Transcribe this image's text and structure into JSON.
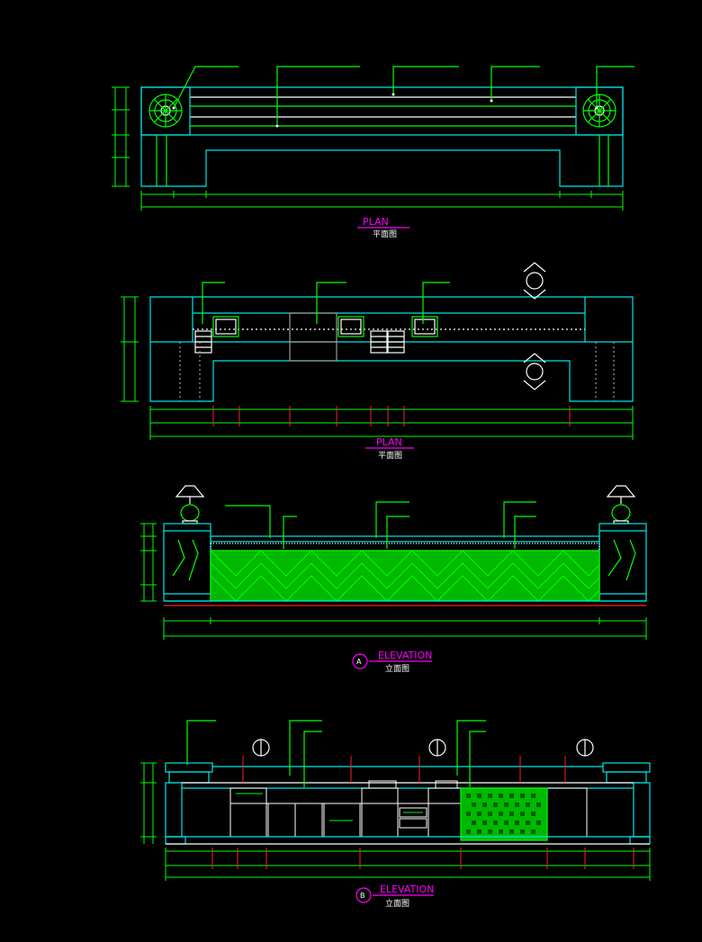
{
  "drawing": {
    "background": "#000000",
    "colors": {
      "cyan": "#00e5e5",
      "green": "#00ff00",
      "white": "#ffffff",
      "red": "#ff2020",
      "magenta": "#ff00ff",
      "grey": "#9a9a9a"
    }
  },
  "sheets": [
    {
      "title": "PLAN",
      "subtitle": "平面图",
      "labels": [
        "",
        "",
        "",
        "",
        ""
      ],
      "dims_bottom": [
        "",
        "",
        "",
        "",
        ""
      ],
      "dim_total": "",
      "dims_left": [
        "",
        "",
        "",
        ""
      ]
    },
    {
      "title": "PLAN",
      "subtitle": "平面图",
      "labels": [
        "",
        "",
        ""
      ],
      "dims_bottom": [
        "",
        "",
        "",
        "",
        "",
        "",
        "",
        "",
        "",
        "",
        ""
      ],
      "dim_total": "",
      "dims_left": [
        "",
        "",
        ""
      ]
    },
    {
      "title": "ELEVATION",
      "subtitle": "立面图",
      "tag": "A",
      "labels": [
        "",
        "",
        "",
        "",
        "",
        "",
        "",
        ""
      ],
      "dims_bottom": [
        "",
        "",
        ""
      ],
      "dim_total": "",
      "dims_left": [
        "",
        "",
        "",
        ""
      ]
    },
    {
      "title": "ELEVATION",
      "subtitle": "立面图",
      "tag": "B",
      "labels": [
        "",
        "",
        "",
        "",
        ""
      ],
      "dims_bottom": [
        "",
        "",
        "",
        "",
        "",
        "",
        ""
      ],
      "dim_total": "",
      "dims_left": [
        "",
        "",
        ""
      ]
    }
  ]
}
